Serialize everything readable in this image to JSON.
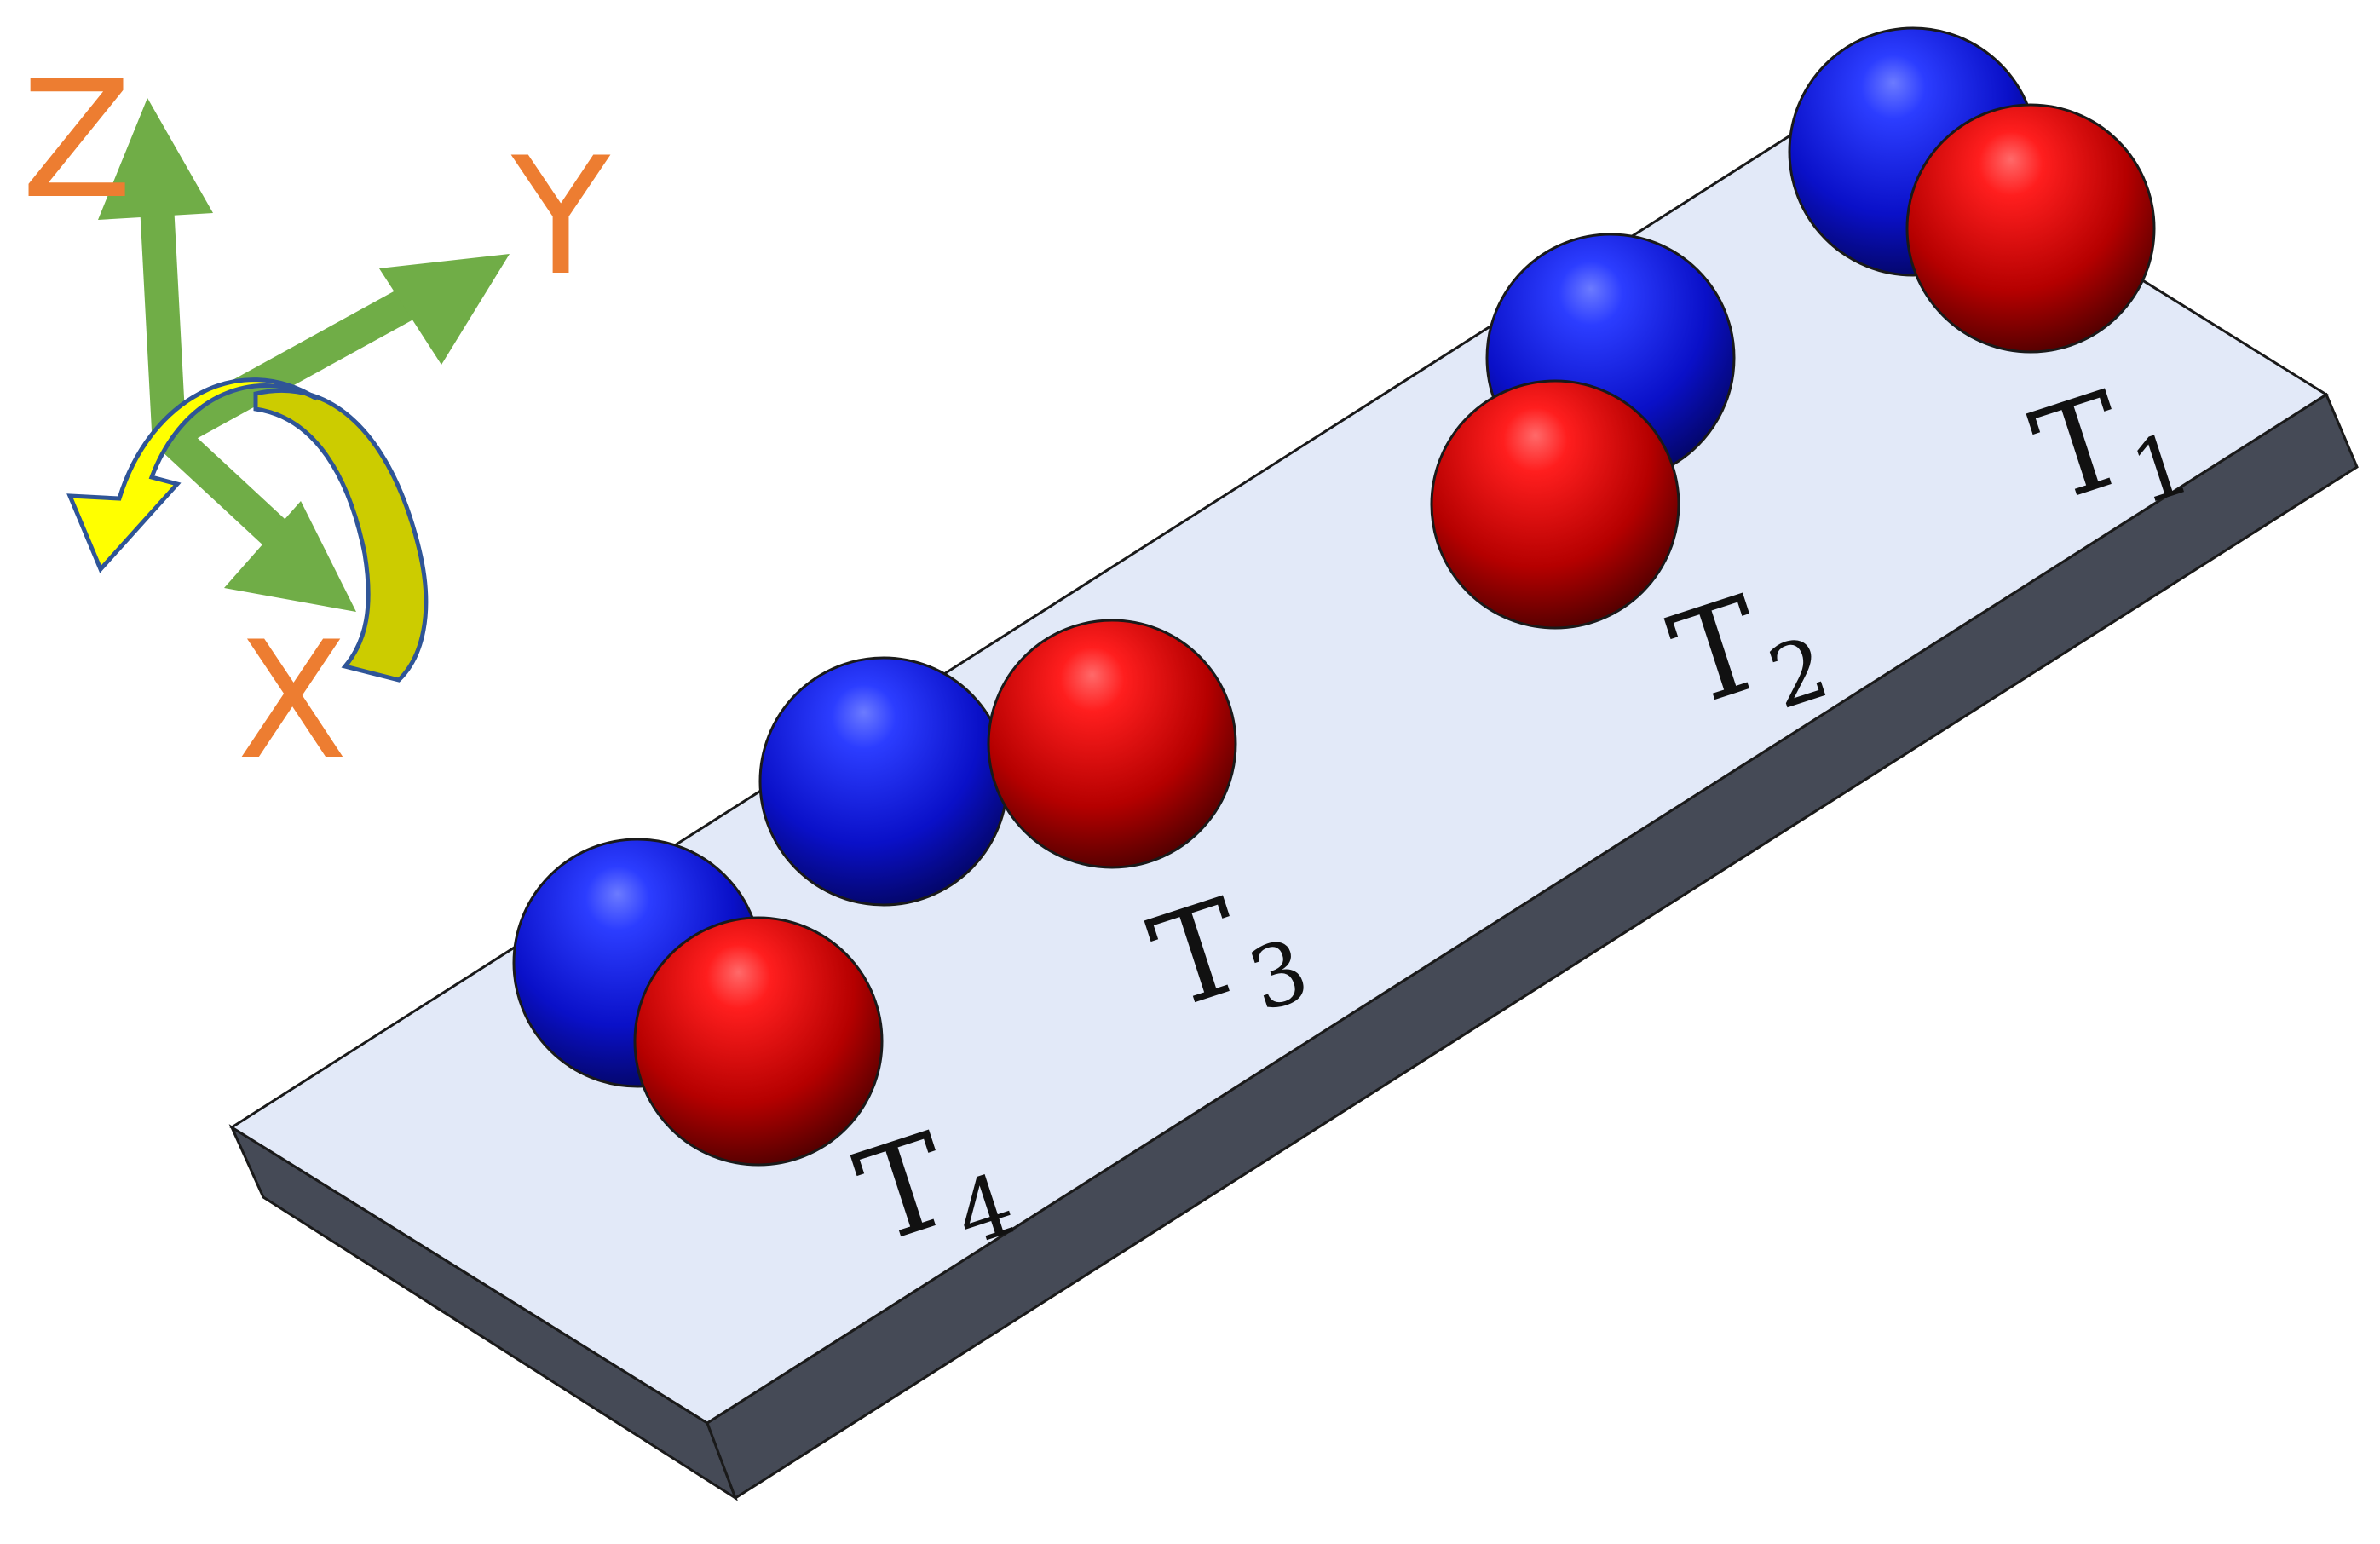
{
  "axes": {
    "z_label": "Z",
    "y_label": "Y",
    "x_label": "X",
    "axis_color": "#70AD47",
    "label_color": "#ED7D31",
    "rotation_arrow_color": "#FFFF00",
    "rotation_arrow_shade": "#CCCC00",
    "rotation_arrow_outline": "#2F5597"
  },
  "plate": {
    "top_color": "#E2E9F8",
    "side_color": "#454A56",
    "edge_color": "#1A1A1A"
  },
  "spheres": {
    "blue_color": "#1F2DE8",
    "red_color": "#E81818"
  },
  "time_steps": [
    {
      "letter": "T",
      "subscript": "1"
    },
    {
      "letter": "T",
      "subscript": "2"
    },
    {
      "letter": "T",
      "subscript": "3"
    },
    {
      "letter": "T",
      "subscript": "4"
    }
  ]
}
